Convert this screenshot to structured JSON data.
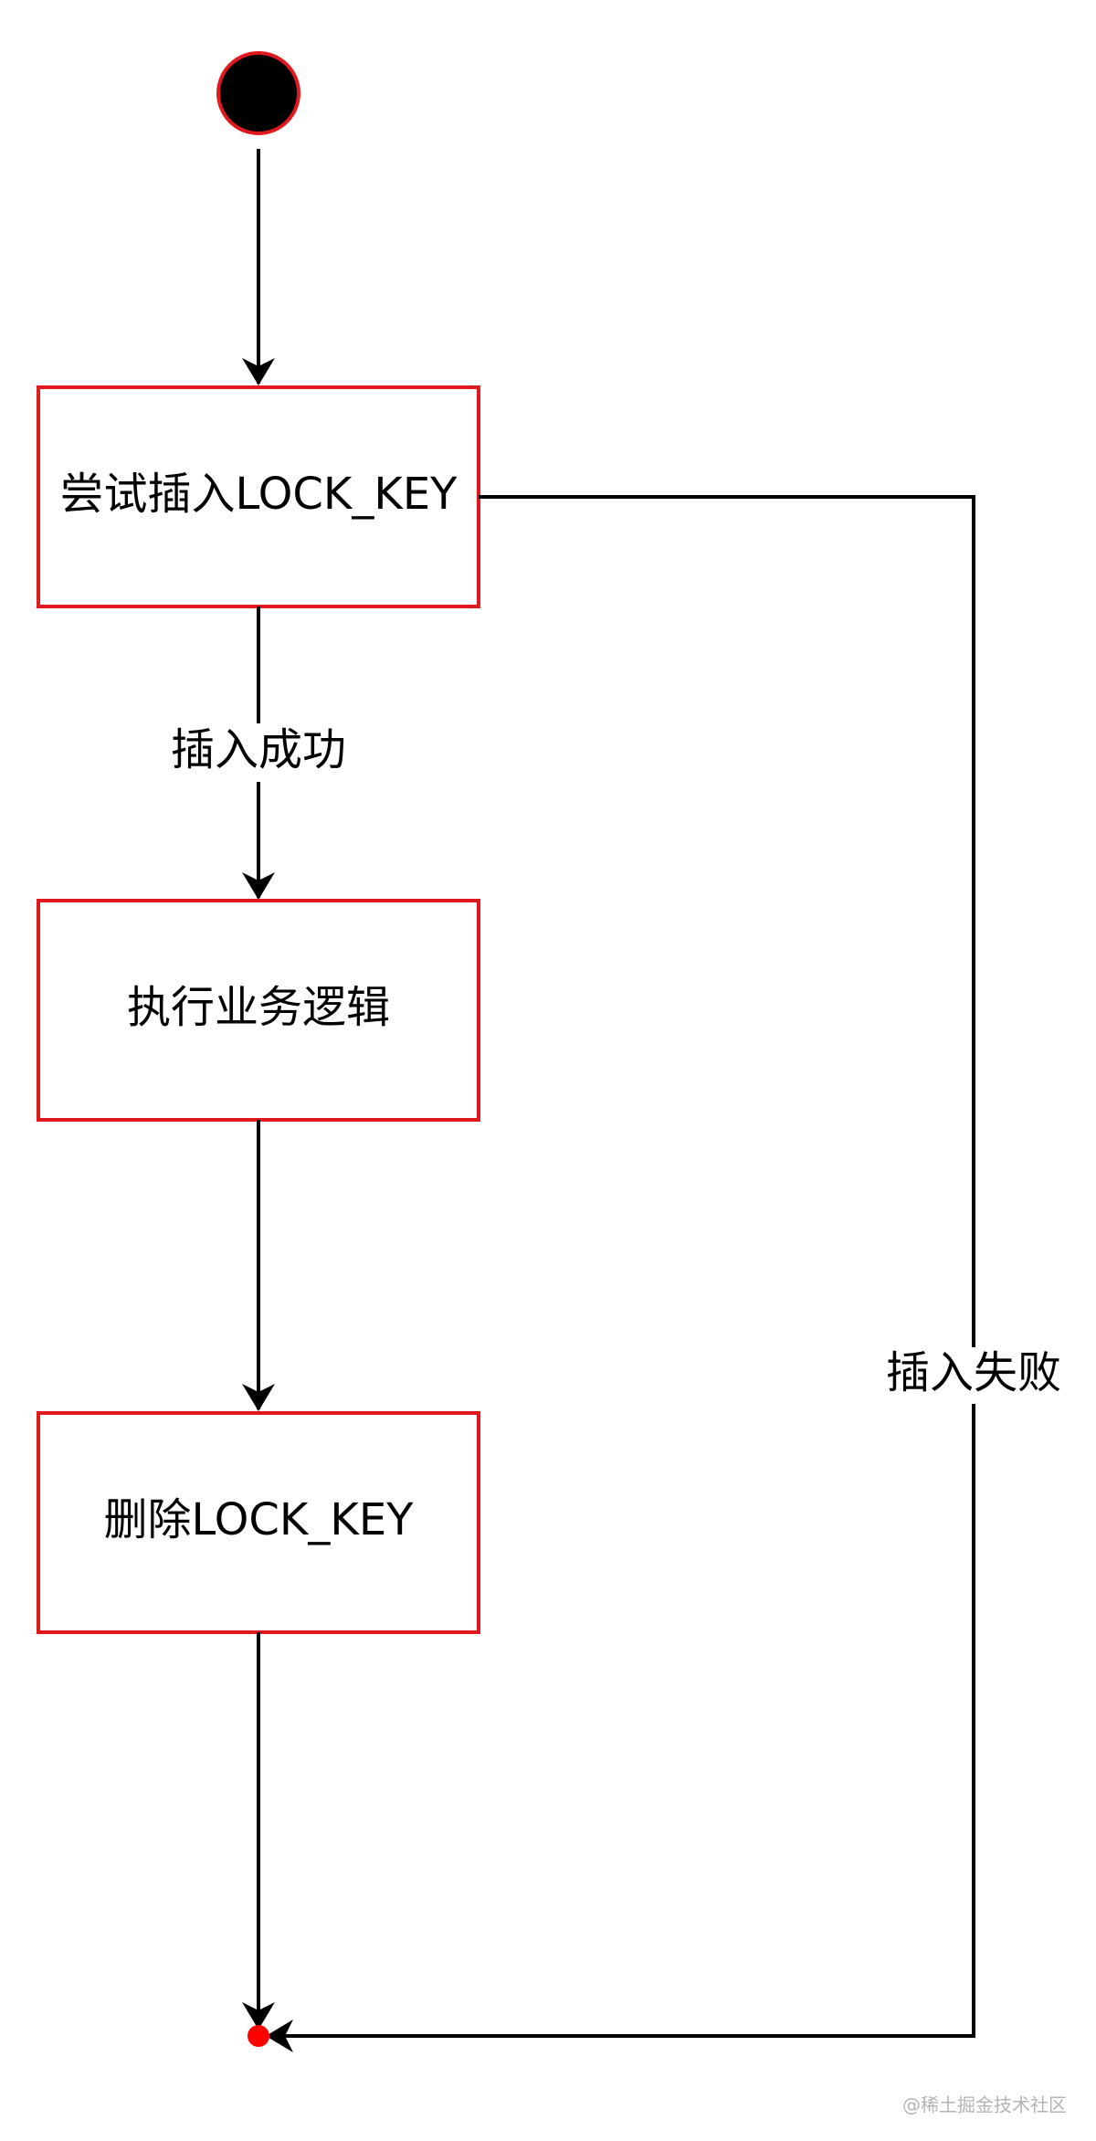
{
  "diagram": {
    "nodes": {
      "try_insert": "尝试插入LOCK_KEY",
      "execute_logic": "执行业务逻辑",
      "delete_key": "删除LOCK_KEY"
    },
    "edges": {
      "insert_success": "插入成功",
      "insert_fail": "插入失败"
    }
  },
  "watermark": "@稀土掘金技术社区",
  "colors": {
    "node_border": "#e0191f",
    "line": "#000000",
    "start_fill": "#000000",
    "end_fill": "#ff0000"
  }
}
